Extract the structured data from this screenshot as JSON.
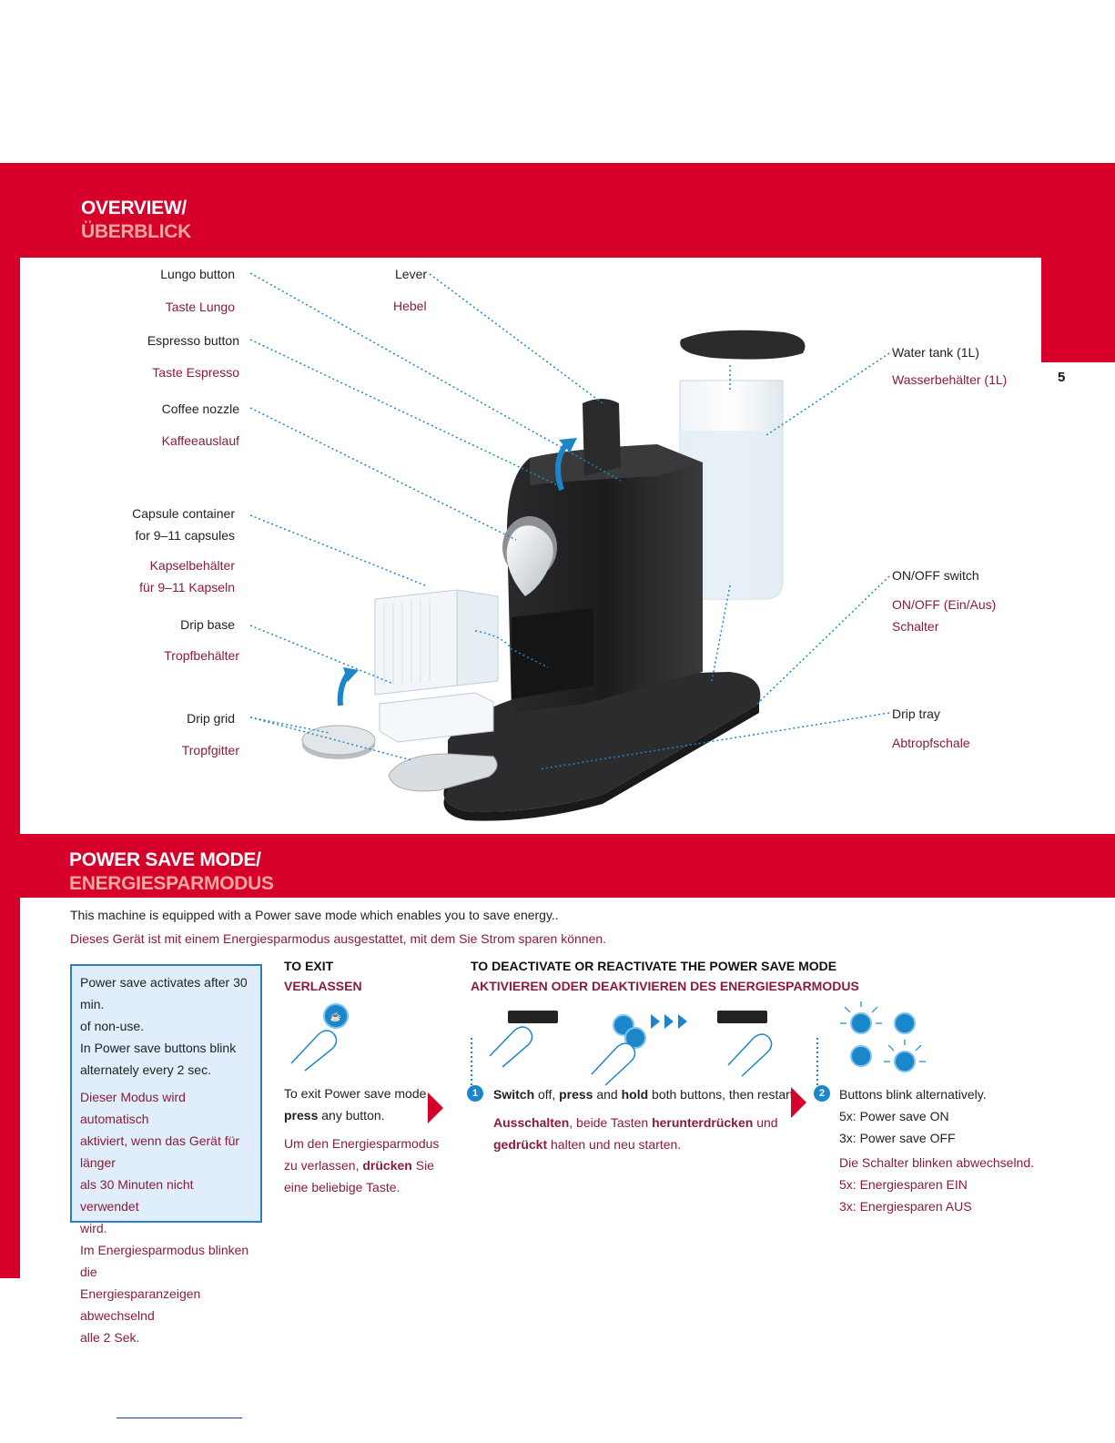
{
  "page_number": "5",
  "overview": {
    "title_en": "OVERVIEW/",
    "title_de": "ÜBERBLICK",
    "labels": {
      "lungo_en": "Lungo button",
      "lungo_de": "Taste Lungo",
      "espresso_en": "Espresso button",
      "espresso_de": "Taste Espresso",
      "nozzle_en": "Coffee nozzle",
      "nozzle_de": "Kaffeeauslauf",
      "capsule_en_1": "Capsule container",
      "capsule_en_2": "for 9–11 capsules",
      "capsule_de_1": "Kapselbehälter",
      "capsule_de_2": "für 9–11 Kapseln",
      "dripbase_en": "Drip base",
      "dripbase_de": "Tropfbehälter",
      "dripgrid_en": "Drip grid",
      "dripgrid_de": "Tropfgitter",
      "lever_en": "Lever",
      "lever_de": "Hebel",
      "watertank_en": "Water tank (1L)",
      "watertank_de": "Wasserbehälter (1L)",
      "onoff_en": "ON/OFF switch",
      "onoff_de_1": "ON/OFF (Ein/Aus)",
      "onoff_de_2": "Schalter",
      "driptray_en": "Drip tray",
      "driptray_de": "Abtropfschale"
    }
  },
  "powersave": {
    "title_en": "POWER SAVE MODE/",
    "title_de": "ENERGIESPARMODUS",
    "intro_en": "This machine is equipped with a Power save mode which enables you to save energy..",
    "intro_de": "Dieses Gerät ist mit einem Energiesparmodus ausgestattet, mit dem Sie Strom sparen können.",
    "info_en": [
      "Power save activates after 30 min.",
      "of non-use.",
      "In Power save buttons blink",
      "alternately every 2 sec."
    ],
    "info_de": [
      "Dieser Modus wird automatisch",
      "aktiviert, wenn das Gerät für länger",
      "als 30 Minuten nicht verwendet",
      "wird.",
      "Im Energiesparmodus blinken die",
      "Energiesparanzeigen abwechselnd",
      "alle 2 Sek."
    ],
    "exit": {
      "title_en": "TO EXIT",
      "title_de": "VERLASSEN",
      "line1_en": "To exit Power save mode",
      "press_en": "press",
      "rest_en": " any button.",
      "line1_de": "Um den Energiesparmodus",
      "line2_de_a": "zu verlassen, ",
      "press_de": "drücken",
      "line2_de_b": " Sie",
      "line3_de": "eine beliebige Taste."
    },
    "deactivate": {
      "title_en": "TO DEACTIVATE OR REACTIVATE THE POWER SAVE MODE",
      "title_de": "AKTIVIEREN ODER DEAKTIVIEREN DES ENERGIESPARMODUS",
      "step1_num": "1",
      "step1_switch_en": "Switch",
      "step1_off_en": " off, ",
      "step1_press_en": "press",
      "step1_and_en": " and ",
      "step1_hold_en": "hold",
      "step1_rest_en": " both buttons, then restart.",
      "step1_aus_de": "Ausschalten",
      "step1_mid_de": ", beide Tasten ",
      "step1_runter_de": "herunterdrücken",
      "step1_und_de": " und",
      "step1_gedrueckt_de": "gedrückt",
      "step1_rest_de": " halten und neu starten.",
      "step2_num": "2",
      "step2_en": [
        "Buttons blink alternatively.",
        "5x: Power save ON",
        "3x: Power save OFF"
      ],
      "step2_de": [
        "Die Schalter blinken abwechselnd.",
        "5x: Energiesparen EIN",
        "3x: Energiesparen AUS"
      ]
    }
  },
  "colors": {
    "brand_red": "#d6002a",
    "accent_blue": "#1b86c9",
    "german_text": "#8a1c3a",
    "header_pink": "#f4a8a0"
  }
}
